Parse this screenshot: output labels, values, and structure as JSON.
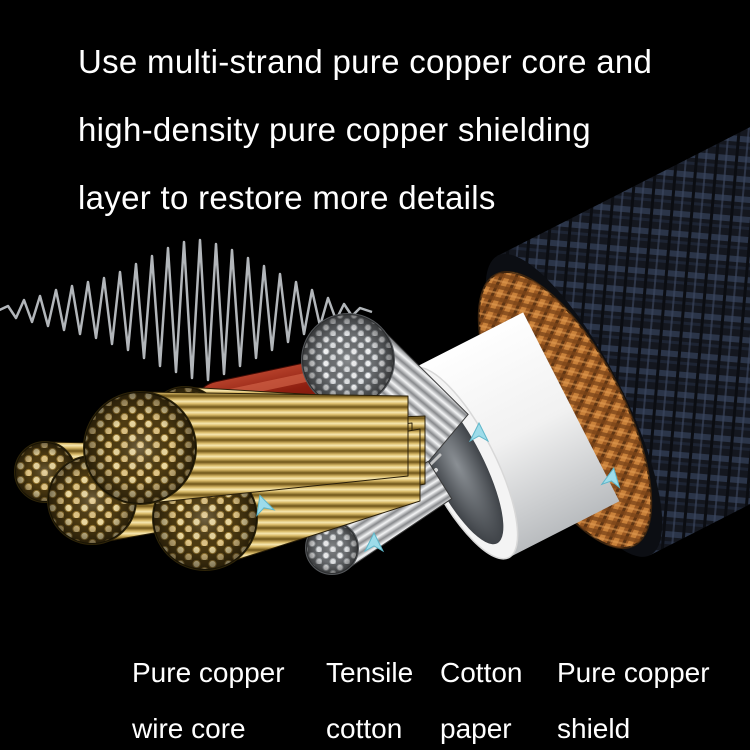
{
  "colors": {
    "background": "#000000",
    "text": "#ffffff",
    "arrow": "#9ddcea",
    "copper_shield": "#b06a2c",
    "copper_wire": "#e0c586",
    "red_core": "#8e1f10"
  },
  "heading": {
    "lines": [
      "Use multi-strand pure copper core and",
      "high-density pure copper shielding",
      "layer to restore more details"
    ]
  },
  "labels": [
    {
      "line1": "Pure copper",
      "line2": "wire core"
    },
    {
      "line1": "Tensile",
      "line2": "cotton"
    },
    {
      "line1": "Cotton",
      "line2": "paper"
    },
    {
      "line1": "Pure copper",
      "line2": "shield"
    }
  ]
}
